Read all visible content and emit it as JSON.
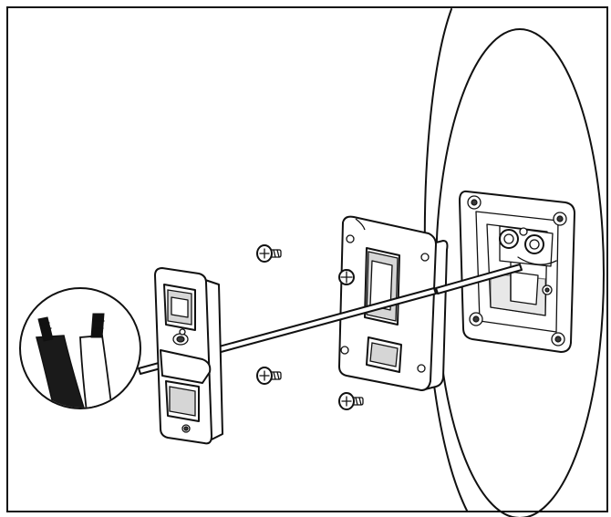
{
  "diagram": {
    "colors": {
      "line": "#111111",
      "paper": "#ffffff",
      "shade": "#d6d6d6",
      "dark": "#3a3a3a"
    },
    "parts": {
      "speaker": "speaker-cabinet-back",
      "speaker_bracket": "speaker-mounting-bracket",
      "wall_bracket": "wall-mounting-plate",
      "cable": "speaker-cable",
      "wire_detail": "stripped-wire-detail",
      "screws": "mounting-screws"
    }
  }
}
